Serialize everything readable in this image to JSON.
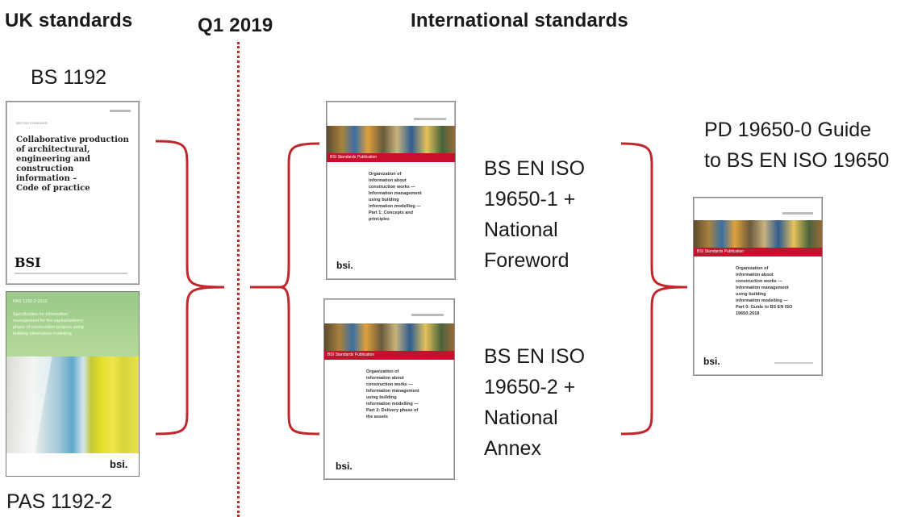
{
  "headings": {
    "uk": "UK standards",
    "q1": "Q1 2019",
    "international": "International standards"
  },
  "labels": {
    "bs1192": "BS 1192",
    "pas1192": "PAS 1192-2",
    "iso1_lines": [
      "BS EN ISO",
      "19650-1 +",
      "National",
      "Foreword"
    ],
    "iso2_lines": [
      "BS EN ISO",
      "19650-2 +",
      "National",
      "Annex"
    ],
    "pd_lines": [
      "PD 19650-0  Guide",
      "to BS EN ISO 19650"
    ]
  },
  "covers": {
    "bs1192": {
      "header": "BRITISH STANDARD",
      "title_lines": [
        "Collaborative production",
        "of architectural,",
        "engineering and",
        "construction",
        "information –",
        "Code of practice"
      ],
      "logo": "BSI"
    },
    "pas1192": {
      "header": "PAS 1192-2:2013",
      "body_lines": [
        "Specification for information",
        "management for the capital/delivery",
        "phase of construction projects using",
        "building information modelling"
      ],
      "logo": "bsi."
    },
    "iso1": {
      "band": "BSI Standards Publication",
      "body_lines": [
        "Organization of",
        "information about",
        "construction works —",
        "Information management",
        "using building",
        "information modelling —",
        "Part 1: Concepts and",
        "principles"
      ],
      "logo": "bsi."
    },
    "iso2": {
      "band": "BSI Standards Publication",
      "body_lines": [
        "Organization of",
        "information about",
        "construction works —",
        "Information management",
        "using building",
        "information modelling —",
        "Part 2: Delivery phase of",
        "the assets"
      ],
      "logo": "bsi."
    },
    "pd": {
      "band": "BSI Standards Publication",
      "body_lines": [
        "Organization of",
        "information about",
        "construction works —",
        "Information management",
        "using building",
        "information modelling —",
        "Part 0: Guide to BS EN ISO",
        "19650:2018"
      ],
      "logo": "bsi."
    }
  },
  "colors": {
    "bracket": "#c0272d",
    "divider": "#c0272d",
    "bsi_red": "#c8102e"
  }
}
